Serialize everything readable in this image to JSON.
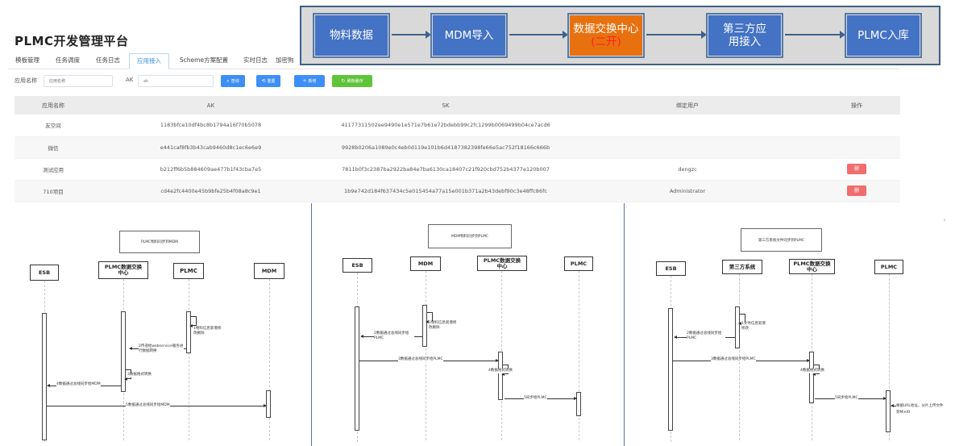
{
  "header": {
    "title": "PLMC开发管理平台"
  },
  "tabs": [
    {
      "label": "模板管理",
      "active": false
    },
    {
      "label": "任务调度",
      "active": false
    },
    {
      "label": "任务日志",
      "active": false
    },
    {
      "label": "应用接入",
      "active": true
    },
    {
      "label": "Scheme方案配置",
      "active": false
    },
    {
      "label": "实时日志",
      "active": false
    },
    {
      "label": "加密狗",
      "active": false
    }
  ],
  "filter": {
    "app_name_label": "应用名称",
    "app_name_placeholder": "应用名称",
    "ak_label": "AK",
    "ak_placeholder": "ak",
    "query_button": "查询",
    "reset_button": "重置",
    "add_button": "新增",
    "refresh_button": "刷新缓存"
  },
  "table": {
    "columns": [
      "应用名称",
      "AK",
      "SK",
      "绑定用户",
      "操作"
    ],
    "rows": [
      {
        "name": "友空间",
        "ak": "1183bfce10df4bc8b1794a16f70b5078",
        "sk": "41177311502ee9490e1e571e7b61e72bdebb99c2fc1299b0069499b04ce7acd6",
        "user": "",
        "action": ""
      },
      {
        "name": "微信",
        "ak": "e441caf8fb3b43cab9460d8c1ec6e6e9",
        "sk": "9928b0206a1089e0c4eb0d119e101b6d4187382398fe66e5ac752f18166c666b",
        "user": "",
        "action": ""
      },
      {
        "name": "测试应用",
        "ak": "b212ff6b5b884609ae477b1f43cba7e5",
        "sk": "7811b0f3c2387ba2922ba84e7ba6130ca18407c21f920cbd752b4377e120b007",
        "user": "dengzc",
        "action": "删"
      },
      {
        "name": "710项目",
        "ak": "cd4e2fc4400e45b9bfe25b4f08a8c9e1",
        "sk": "1b9e742d184f637434c5e015454a77a15e001b371a2b43debf90c3e48ffc86fc",
        "user": "Administrator",
        "action": "删"
      }
    ]
  },
  "flow": {
    "steps": [
      "物料数据",
      "MDM导入",
      "数据交换中心",
      "第三方应用接入",
      "PLMC入库"
    ],
    "step3_suffix": "(二开)",
    "colors": {
      "blue": "#4472c4",
      "orange": "#e8710f",
      "frame": "#3e5f88"
    }
  },
  "seq1": {
    "title": "PLMC物料同步到MDM",
    "actors": [
      "ESB",
      "PLMC数据交换中心",
      "PLMC",
      "MDM"
    ],
    "messages": [
      "1物料信息新增修改删除",
      "2传递给webservice服务进行数据转换",
      "3数据格式转换",
      "4数据通过总线同步给MDM",
      "5数据通过总线同步给MDM"
    ]
  },
  "seq2": {
    "title": "MDM物料同步到PLMC",
    "actors": [
      "ESB",
      "MDM",
      "PLMC数据交换中心",
      "PLMC"
    ],
    "messages": [
      "1物料信息新增修改删除",
      "2数据通过总线同步给PLMC",
      "3数据通过总线同步给PLMC",
      "4数据格式转换",
      "5同步给PLMC"
    ]
  },
  "seq3": {
    "title": "第三方系统文件同步到PLMC",
    "actors": [
      "ESB",
      "第三方系统",
      "PLMC数据交换中心",
      "PLMC"
    ],
    "messages": [
      "1文件信息新增修改",
      "2数据通过总线同步给PLMC",
      "3数据通过总线同步给PLMC",
      "4数据格式转换",
      "5同步给PLMC",
      "根据URL地址，分片上传文件到MinIO"
    ]
  }
}
